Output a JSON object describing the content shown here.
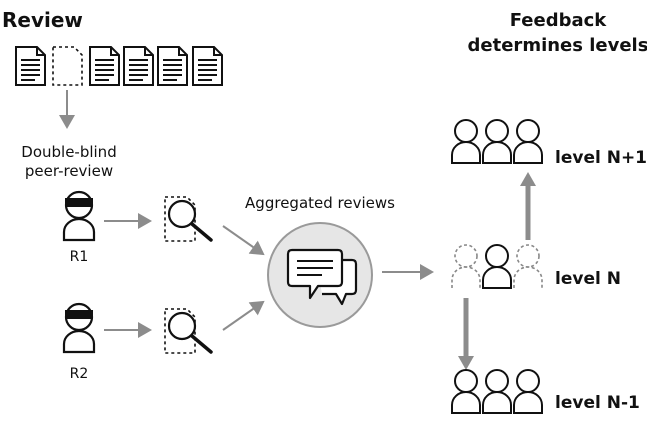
{
  "review": {
    "title": "Review",
    "process_label_line1": "Double-blind",
    "process_label_line2": "peer-review",
    "reviewers": [
      {
        "label": "R1"
      },
      {
        "label": "R2"
      }
    ]
  },
  "aggregation": {
    "label": "Aggregated reviews"
  },
  "feedback": {
    "title_line1": "Feedback",
    "title_line2": "determines levels",
    "levels": [
      {
        "label": "level N+1"
      },
      {
        "label": "level N"
      },
      {
        "label": "level N-1"
      }
    ]
  },
  "colors": {
    "ink": "#111111",
    "arrow": "#8c8c8c",
    "dashed": "#888888",
    "hub_fill": "#e6e6e6",
    "hub_stroke": "#9a9a9a"
  },
  "icons": {
    "document": "document-icon",
    "reviewer": "blindfolded-person-icon",
    "magnifier": "magnifier-icon",
    "chat": "chat-bubbles-icon",
    "person": "person-icon"
  }
}
